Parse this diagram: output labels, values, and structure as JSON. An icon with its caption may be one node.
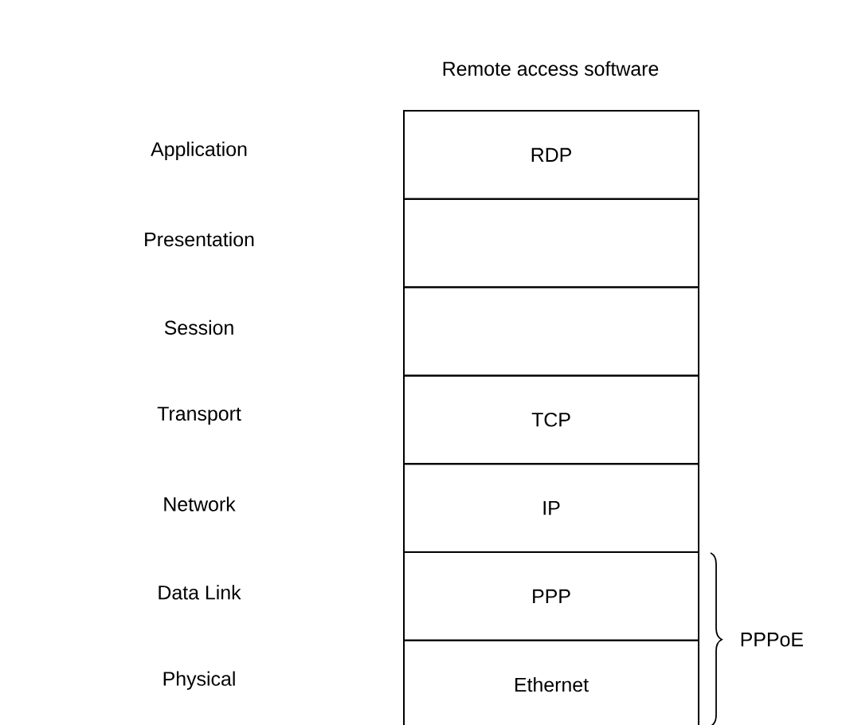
{
  "diagram": {
    "title": "Remote access software",
    "nodes": [
      {
        "text": [
          "RDP"
        ]
      },
      {
        "text": [],
        "shape": "box"
      },
      {
        "text": [],
        "shape": "box"
      },
      {
        "text": [
          "TCP"
        ]
      },
      {
        "text": [
          "IP"
        ]
      },
      {
        "text": [
          "PPP"
        ]
      },
      {
        "text": [
          "Ethernet"
        ]
      }
    ],
    "labels": [
      "Application",
      "Presentation",
      "Session",
      "Transport",
      "Network",
      "Data Link",
      "Physical",
      "PPPoE"
    ]
  }
}
